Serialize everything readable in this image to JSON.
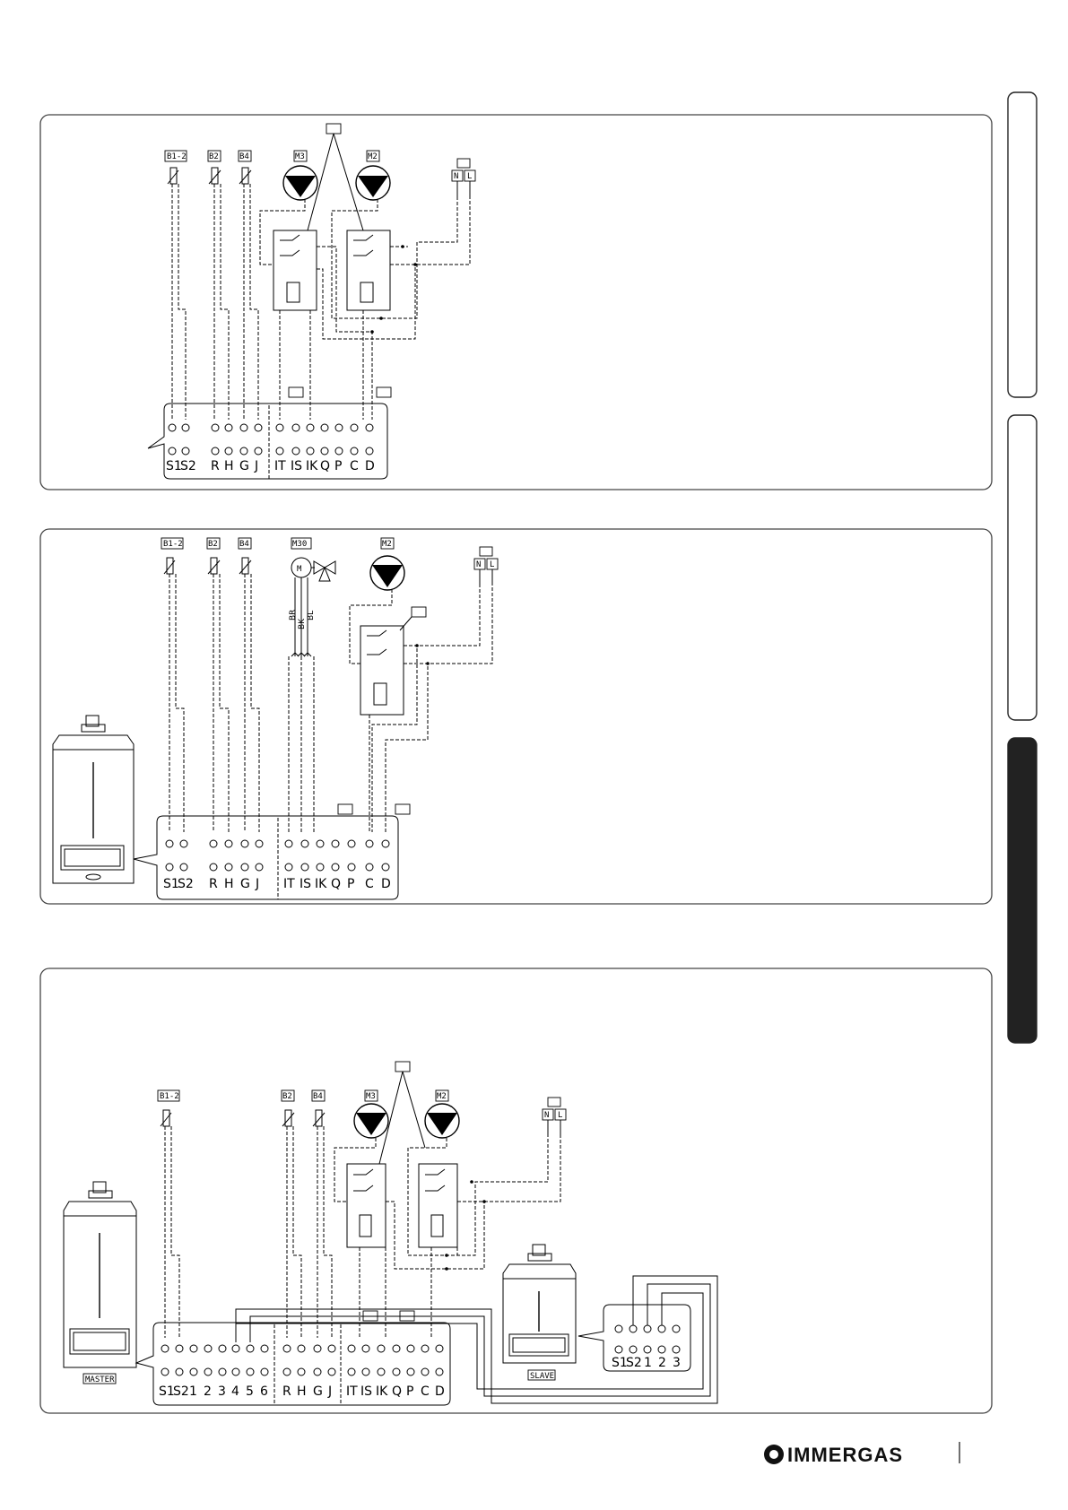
{
  "brand": {
    "name": "IMMERGAS"
  },
  "diagram1": {
    "sensors": [
      "B1-2",
      "B2",
      "B4"
    ],
    "pumps": [
      "M3",
      "M2"
    ],
    "supply": [
      "N",
      "L"
    ],
    "terminals_left": [
      "S1",
      "S2"
    ],
    "terminals_mid": [
      "R",
      "H",
      "G",
      "J"
    ],
    "terminals_right": [
      "IT",
      "IS",
      "IK",
      "Q",
      "P",
      "C",
      "D"
    ]
  },
  "diagram2": {
    "sensors": [
      "B1-2",
      "B2",
      "B4"
    ],
    "valve": "M30",
    "pumps": [
      "M2"
    ],
    "supply": [
      "N",
      "L"
    ],
    "cable_colors": [
      "BR",
      "BK",
      "BL"
    ],
    "terminals_left": [
      "S1",
      "S2"
    ],
    "terminals_mid": [
      "R",
      "H",
      "G",
      "J"
    ],
    "terminals_right": [
      "IT",
      "IS",
      "IK",
      "Q",
      "P",
      "C",
      "D"
    ]
  },
  "diagram3": {
    "sensors": [
      "B1-2",
      "B2",
      "B4"
    ],
    "pumps": [
      "M3",
      "M2"
    ],
    "supply": [
      "N",
      "L"
    ],
    "master_label": "MASTER",
    "slave_label": "SLAVE",
    "terminals_master_left": [
      "S1",
      "S2",
      "1",
      "2",
      "3",
      "4",
      "5",
      "6"
    ],
    "terminals_mid": [
      "R",
      "H",
      "G",
      "J"
    ],
    "terminals_right": [
      "IT",
      "IS",
      "IK",
      "Q",
      "P",
      "C",
      "D"
    ],
    "terminals_slave": [
      "S1",
      "S2",
      "1",
      "2",
      "3"
    ]
  }
}
